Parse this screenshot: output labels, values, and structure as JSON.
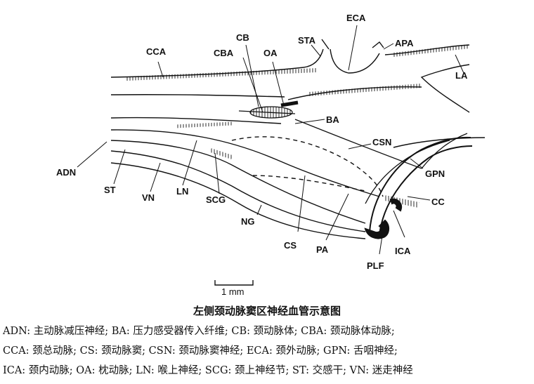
{
  "labels": {
    "ECA": "ECA",
    "CB": "CB",
    "STA": "STA",
    "APA": "APA",
    "CCA": "CCA",
    "CBA": "CBA",
    "OA": "OA",
    "LA": "LA",
    "BA": "BA",
    "CSN": "CSN",
    "GPN": "GPN",
    "ADN": "ADN",
    "ST": "ST",
    "VN": "VN",
    "LN": "LN",
    "SCG": "SCG",
    "NG": "NG",
    "CS": "CS",
    "PA": "PA",
    "PLF": "PLF",
    "ICA": "ICA",
    "CC": "CC"
  },
  "scale_bar": {
    "label": "1 mm"
  },
  "title": "左侧颈动脉窦区神经血管示意图",
  "legend": [
    "ADN: 主动脉减压神经; BA: 压力感受器传入纤维; CB: 颈动脉体; CBA: 颈动脉体动脉;",
    "CCA: 颈总动脉; CS: 颈动脉窦; CSN: 颈动脉窦神经; ECA: 颈外动脉; GPN: 舌咽神经;",
    "ICA: 颈内动脉; OA: 枕动脉; LN: 喉上神经; SCG: 颈上神经节; ST: 交感干; VN: 迷走神经"
  ]
}
